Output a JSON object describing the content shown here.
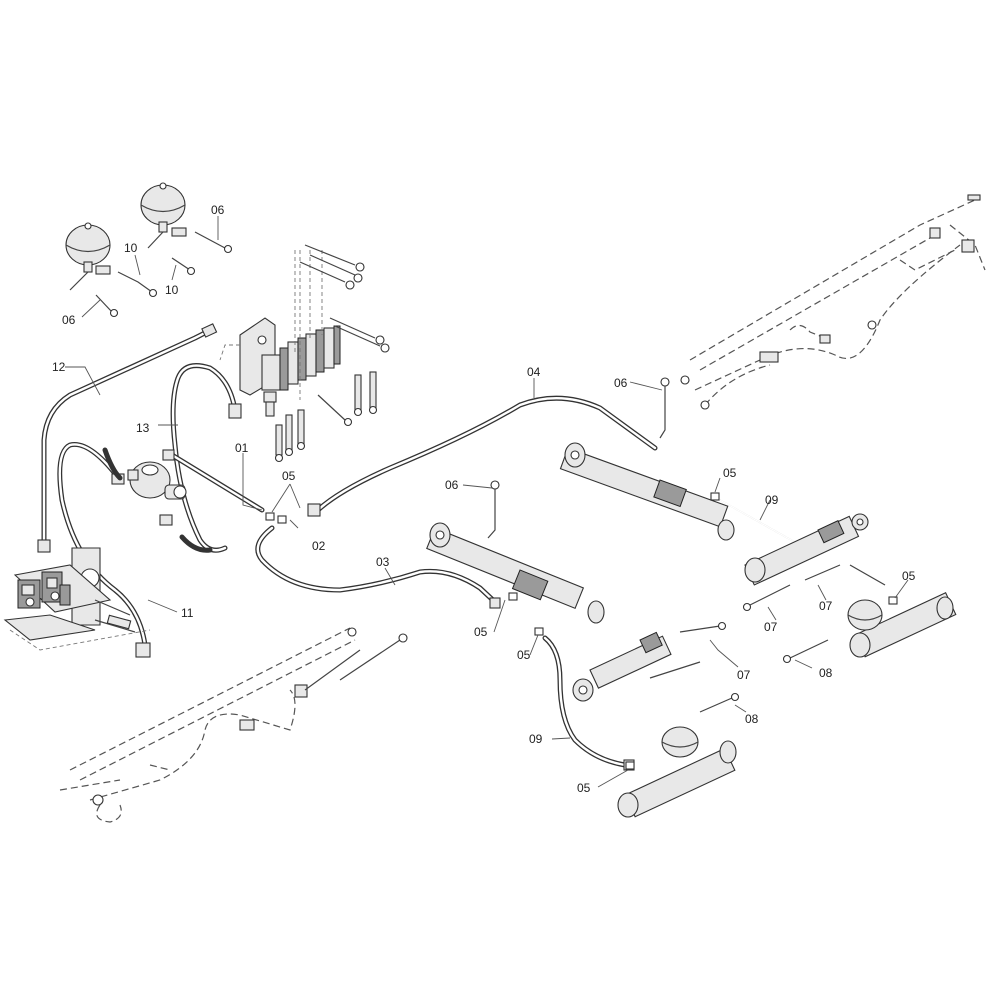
{
  "labels": {
    "p01": "01",
    "p02": "02",
    "p03": "03",
    "p04": "04",
    "p05a": "05",
    "p05b": "05",
    "p05c": "05",
    "p05d": "05",
    "p05e": "05",
    "p05f": "05",
    "p06a": "06",
    "p06b": "06",
    "p06c": "06",
    "p06d": "06",
    "p07a": "07",
    "p07b": "07",
    "p07c": "07",
    "p08a": "08",
    "p08b": "08",
    "p09a": "09",
    "p09b": "09",
    "p10a": "10",
    "p10b": "10",
    "p11": "11",
    "p12": "12",
    "p13": "13"
  }
}
